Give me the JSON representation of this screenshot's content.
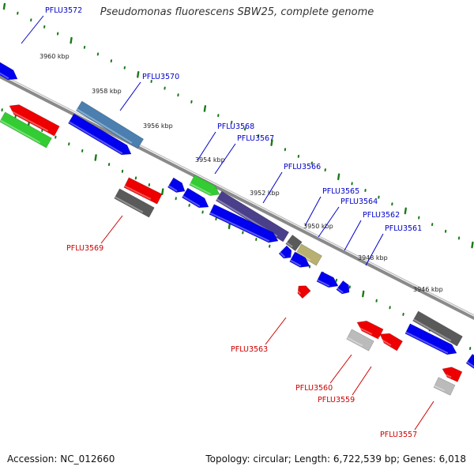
{
  "title": "Pseudomonas fluorescens SBW25, complete genome",
  "footer": {
    "accession": "Accession: NC_012660",
    "topology": "Topology: circular; Length: 6,722,539 bp; Genes: 6,018"
  },
  "colors": {
    "forward_label": "#0000cc",
    "reverse_label": "#cc0000",
    "tick": "#1a7a1a",
    "backbone": "#8a8a8a"
  },
  "scale_labels": [
    "3960 kbp",
    "3958 kbp",
    "3956 kbp",
    "3954 kbp",
    "3952 kbp",
    "3950 kbp",
    "3948 kbp",
    "3946 kbp"
  ],
  "gene_labels": [
    {
      "text": "PFLU3572",
      "strand": "forward"
    },
    {
      "text": "PFLU3570",
      "strand": "forward"
    },
    {
      "text": "PFLU3568",
      "strand": "forward"
    },
    {
      "text": "PFLU3567",
      "strand": "forward"
    },
    {
      "text": "PFLU3566",
      "strand": "forward"
    },
    {
      "text": "PFLU3565",
      "strand": "forward"
    },
    {
      "text": "PFLU3564",
      "strand": "forward"
    },
    {
      "text": "PFLU3562",
      "strand": "forward"
    },
    {
      "text": "PFLU3561",
      "strand": "forward"
    },
    {
      "text": "PFLU3569",
      "strand": "reverse"
    },
    {
      "text": "PFLU3563",
      "strand": "reverse"
    },
    {
      "text": "PFLU3560",
      "strand": "reverse"
    },
    {
      "text": "PFLU3559",
      "strand": "reverse"
    },
    {
      "text": "PFLU3557",
      "strand": "reverse"
    }
  ]
}
